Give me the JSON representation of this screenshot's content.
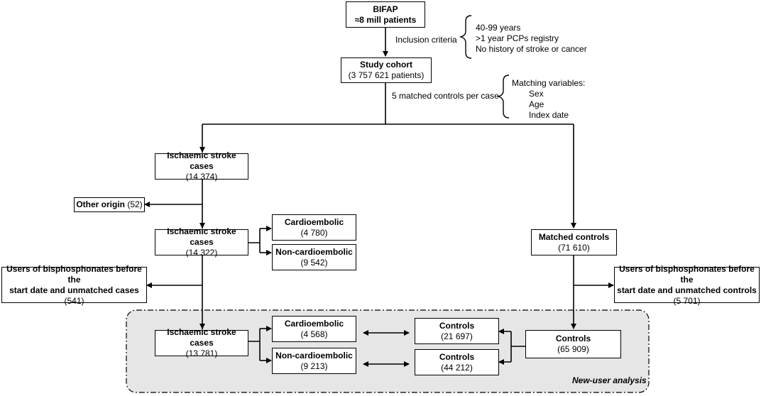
{
  "boxes": {
    "bifap": {
      "title": "BIFAP",
      "value": "≈8 mill patients"
    },
    "cohort": {
      "title": "Study cohort",
      "value": "(3 757 621 patients)"
    },
    "isc1": {
      "title": "Ischaemic stroke cases",
      "value": "(14 374)"
    },
    "other": {
      "title": "Other origin",
      "value": "(52)"
    },
    "isc2": {
      "title": "Ischaemic stroke cases",
      "value": "(14 322)"
    },
    "cardio1": {
      "title": "Cardioembolic",
      "value": "(4 780)"
    },
    "noncardio1": {
      "title": "Non-cardioembolic",
      "value": "(9 542)"
    },
    "matched": {
      "title": "Matched controls",
      "value": "(71 610)"
    },
    "users_cases": {
      "line1": "Users of bisphosphonates before the",
      "line2": "start date and unmatched cases",
      "value": "(541)"
    },
    "users_controls": {
      "line1": "Users of bisphosphonates before the",
      "line2": "start date and unmatched controls",
      "value": "(5 701)"
    },
    "isc3": {
      "title": "Ischaemic stroke cases",
      "value": "(13 781)"
    },
    "cardio2": {
      "title": "Cardioembolic",
      "value": "(4 568)"
    },
    "noncardio2": {
      "title": "Non-cardioembolic",
      "value": "(9 213)"
    },
    "controls_a": {
      "title": "Controls",
      "value": "(21 697)"
    },
    "controls_b": {
      "title": "Controls",
      "value": "(44 212)"
    },
    "controls_total": {
      "title": "Controls",
      "value": "(65 909)"
    }
  },
  "notes": {
    "inclusion_label": "Inclusion criteria",
    "inclusion_items": [
      "40-99 years",
      ">1 year PCPs registry",
      "No history of stroke or cancer"
    ],
    "matching_label": "5 matched controls per case",
    "matching_title": "Matching variables:",
    "matching_items": [
      "Sex",
      "Age",
      "Index date"
    ],
    "region_label": "New-user analysis"
  }
}
